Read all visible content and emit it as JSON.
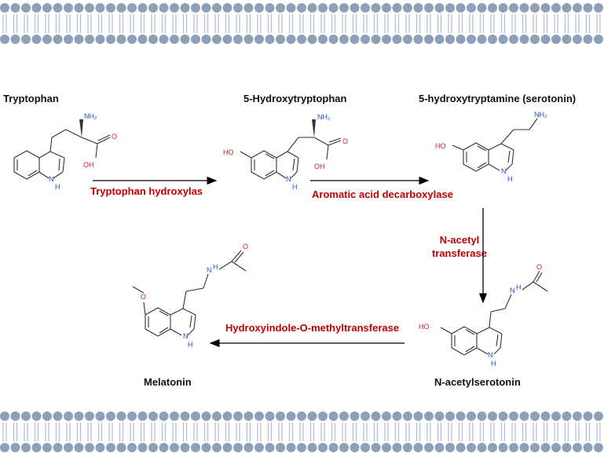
{
  "compounds": {
    "tryptophan": "Tryptophan",
    "hydroxytryptophan": "5-Hydroxytryptophan",
    "serotonin": "5-hydroxytryptamine (serotonin)",
    "acetylserotonin": "N-acetylserotonin",
    "melatonin": "Melatonin"
  },
  "enzymes": {
    "tph": "Tryptophan hydroxylas",
    "aadc": "Aromatic acid decarboxylase",
    "aanat_line1": "N-acetyl",
    "aanat_line2": "transferase",
    "hiomt": "Hydroxyindole-O-methyltransferase"
  },
  "atoms": {
    "nh2": "NH₂",
    "nh": "N",
    "h": "H",
    "o": "O",
    "oh": "OH",
    "ho": "HO"
  },
  "colors": {
    "enzyme_text": "#c00000",
    "nitrogen": "#1f4fd6",
    "oxygen": "#d61f1f",
    "membrane_head": "#8e9fb8",
    "membrane_tail": "#b3bfd0"
  }
}
